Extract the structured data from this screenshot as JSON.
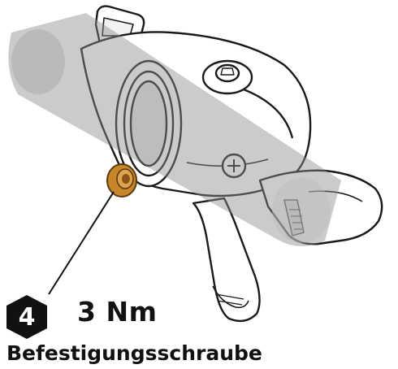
{
  "step": {
    "number": "4"
  },
  "torque": {
    "value": "3 Nm"
  },
  "part": {
    "label": "Befestigungsschraube"
  },
  "colors": {
    "handlebar": "#8c8c8c",
    "bolt_highlight": "#c8862a",
    "badge": "#111111",
    "line_art": "#1a1a1a"
  }
}
